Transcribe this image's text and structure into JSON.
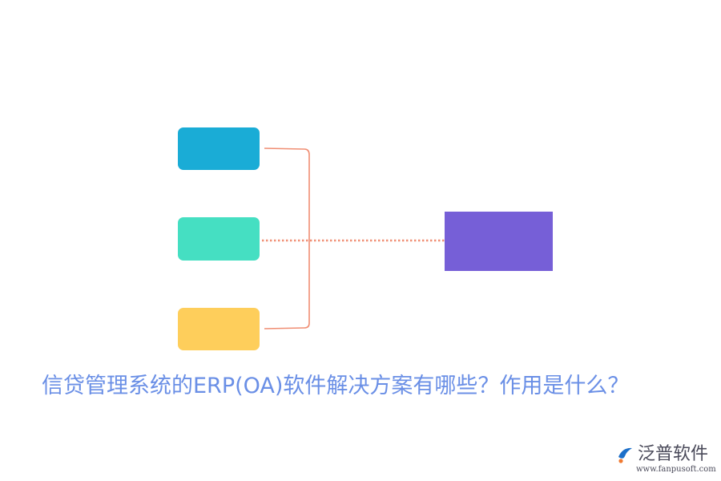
{
  "diagram": {
    "nodes": {
      "top": {
        "color": "#1AACD6"
      },
      "middle": {
        "color": "#45DFC2"
      },
      "bottom": {
        "color": "#FECE5B"
      },
      "right": {
        "color": "#765FD7"
      }
    },
    "bracket_color": "#F08E73",
    "dotted_line_color": "#F08E73"
  },
  "caption": {
    "text": "信贷管理系统的ERP(OA)软件解决方案有哪些？作用是什么？",
    "color": "#6A8FE6"
  },
  "logo": {
    "name": "泛普软件",
    "url": "www.fanpusoft.com",
    "color": "#4A4A5A",
    "mark_color": "#1C6FC9",
    "accent_color": "#F07A32"
  }
}
